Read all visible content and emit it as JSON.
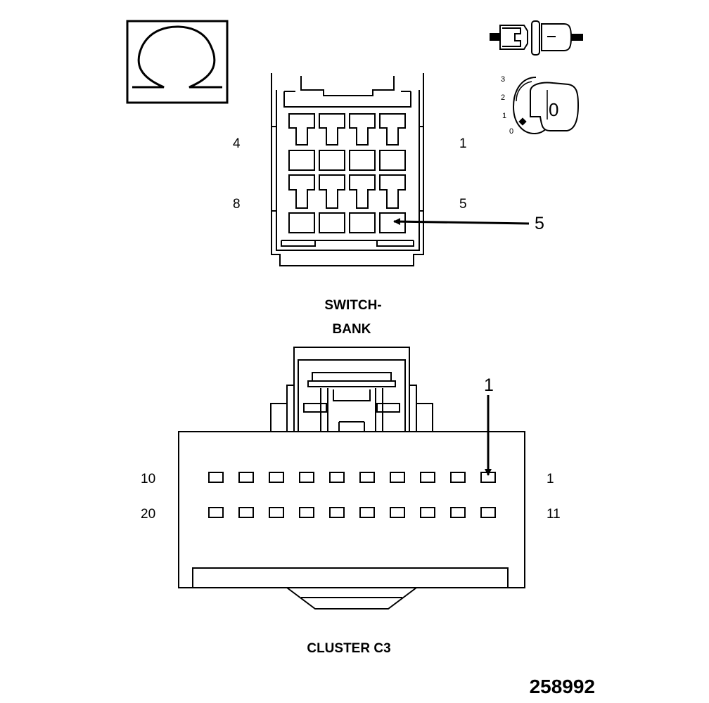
{
  "switchbank": {
    "title_line1": "SWITCH-",
    "title_line2": "BANK",
    "pin_top_left": "4",
    "pin_top_right": "1",
    "pin_bottom_left": "8",
    "pin_bottom_right": "5",
    "callout": "5"
  },
  "cluster": {
    "title": "CLUSTER C3",
    "pin_top_left": "10",
    "pin_top_right": "1",
    "pin_bottom_left": "20",
    "pin_bottom_right": "11",
    "callout": "1"
  },
  "ignition_switch": {
    "positions": [
      "3",
      "2",
      "1",
      "0"
    ],
    "key_label": "0"
  },
  "icons": {
    "resistance": "ohm-symbol-icon",
    "connector": "fuse-connector-icon",
    "ignition": "ignition-key-icon"
  },
  "figure_number": "258992"
}
